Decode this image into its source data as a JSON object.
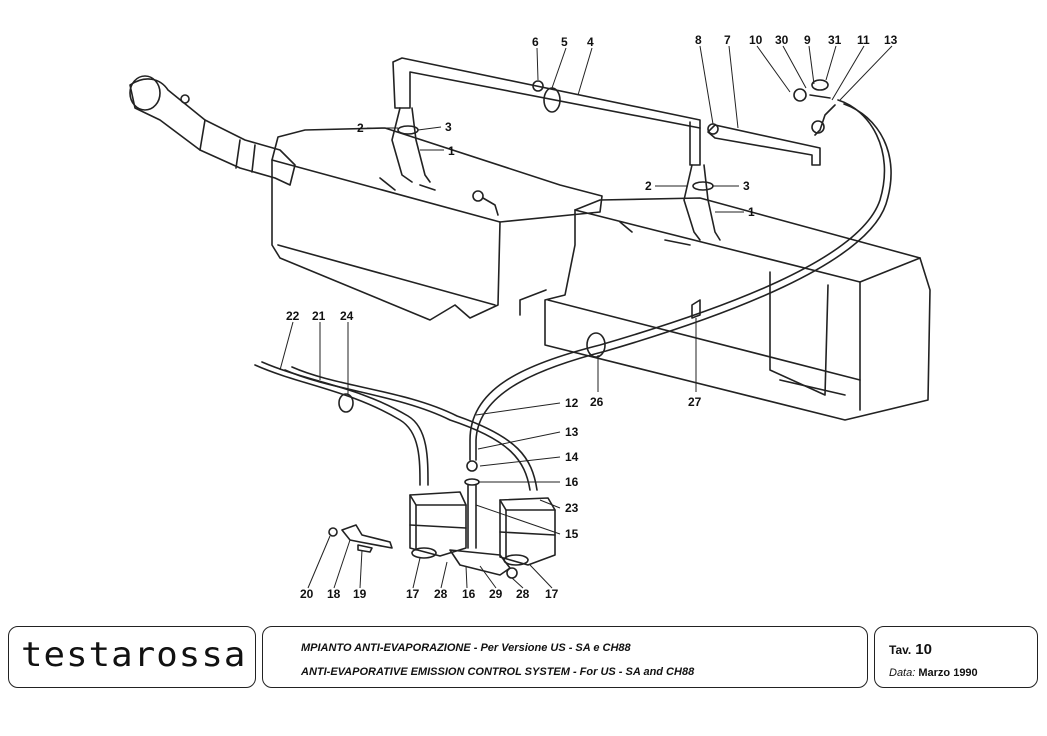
{
  "callouts": [
    "6",
    "5",
    "4",
    "8",
    "7",
    "10",
    "30",
    "9",
    "31",
    "11",
    "13",
    "2",
    "3",
    "1",
    "2",
    "3",
    "1",
    "22",
    "21",
    "24",
    "12",
    "26",
    "27",
    "13",
    "14",
    "16",
    "23",
    "15",
    "20",
    "18",
    "19",
    "17",
    "28",
    "16",
    "29",
    "28",
    "17"
  ],
  "title_block": {
    "logo": "testarossa",
    "line_it": "MPIANTO ANTI-EVAPORAZIONE - Per Versione US - SA e CH88",
    "line_en": "ANTI-EVAPORATIVE EMISSION CONTROL SYSTEM - For US - SA  and CH88",
    "tav_label": "Tav.",
    "tav_number": "10",
    "date_label": "Data:",
    "date_value": "Marzo 1990"
  }
}
